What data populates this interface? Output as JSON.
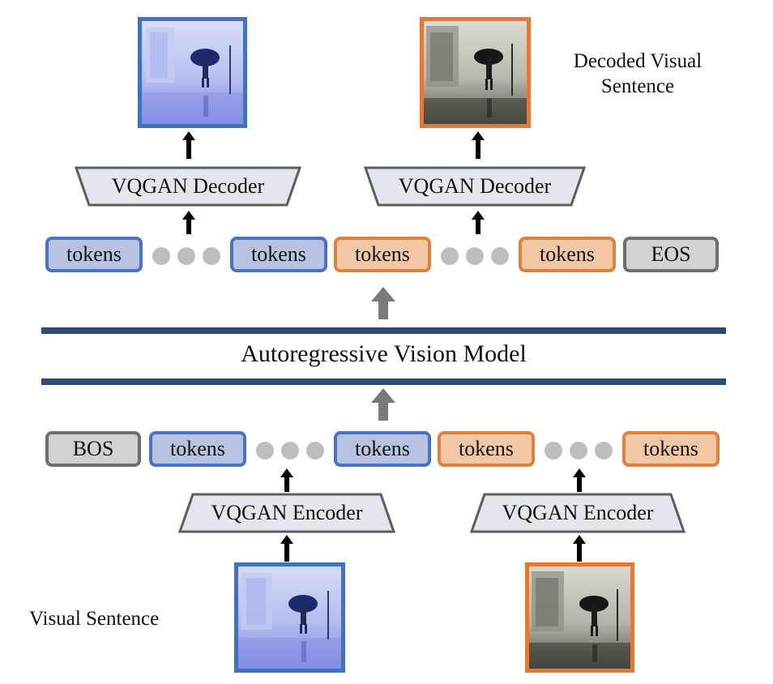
{
  "labels": {
    "decoded_caption": "Decoded Visual Sentence",
    "input_caption": "Visual Sentence",
    "model_title": "Autoregressive Vision Model",
    "decoder_label": "VQGAN Decoder",
    "encoder_label": "VQGAN Encoder",
    "token_label": "tokens",
    "bos_label": "BOS",
    "eos_label": "EOS"
  },
  "colors": {
    "blue_fill": "#b7c3e0",
    "blue_border": "#4a72c4",
    "orange_fill": "#f2c7a6",
    "orange_border": "#e0803c",
    "gray_fill": "#d2d2d2",
    "gray_border": "#6e6e6e",
    "model_bar": "#2e4c72",
    "arrow_black": "#000000",
    "arrow_gray": "#7a7a7a",
    "dots": "#bdbdbd"
  },
  "icons": {
    "up_arrow": "up-arrow-icon",
    "ellipsis_dot": "ellipsis-dot-icon"
  }
}
